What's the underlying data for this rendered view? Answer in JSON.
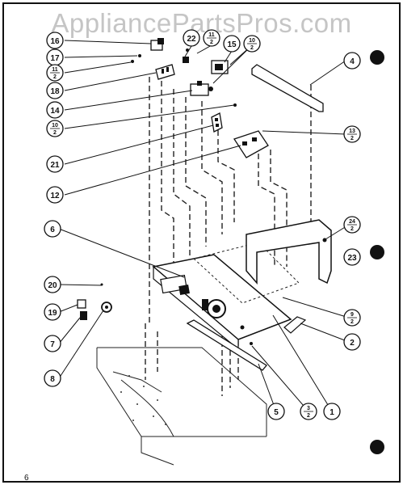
{
  "watermark": "AppliancePartsPros.com",
  "page_number": "6",
  "callouts": {
    "c16": "16",
    "c17": "17",
    "c11a_num": "11",
    "c11a_den": "2",
    "c18": "18",
    "c14": "14",
    "c19top_num": "10",
    "c19top_den": "2",
    "c21": "21",
    "c12": "12",
    "c22": "22",
    "c_top_num": "11",
    "c_top_den": "2",
    "c15": "15",
    "c_top2_num": "10",
    "c_top2_den": "2",
    "c4": "4",
    "c13_num": "13",
    "c13_den": "2",
    "c6": "6",
    "c24_num": "24",
    "c24_den": "2",
    "c23": "23",
    "c20": "20",
    "c19": "19",
    "c7": "7",
    "c8": "8",
    "c9_num": "9",
    "c9_den": "2",
    "c2": "2",
    "c5": "5",
    "c3_num": "3",
    "c3_den": "2",
    "c1": "1"
  }
}
